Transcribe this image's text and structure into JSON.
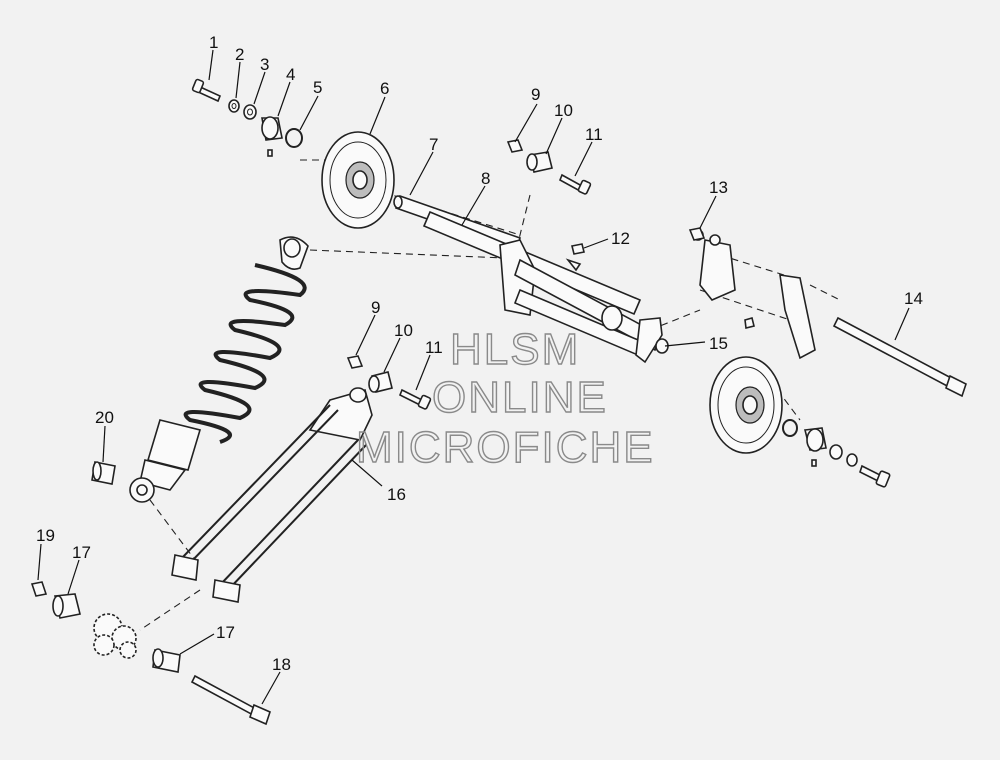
{
  "watermark": {
    "line1": "HLSM",
    "line2": "ONLINE",
    "line3": "MICROFICHE"
  },
  "callouts": [
    {
      "id": "c1",
      "text": "1"
    },
    {
      "id": "c2",
      "text": "2"
    },
    {
      "id": "c3",
      "text": "3"
    },
    {
      "id": "c4",
      "text": "4"
    },
    {
      "id": "c5",
      "text": "5"
    },
    {
      "id": "c6",
      "text": "6"
    },
    {
      "id": "c7",
      "text": "7"
    },
    {
      "id": "c8",
      "text": "8"
    },
    {
      "id": "c9a",
      "text": "9"
    },
    {
      "id": "c10a",
      "text": "10"
    },
    {
      "id": "c11a",
      "text": "11"
    },
    {
      "id": "c12",
      "text": "12"
    },
    {
      "id": "c13",
      "text": "13"
    },
    {
      "id": "c14",
      "text": "14"
    },
    {
      "id": "c15",
      "text": "15"
    },
    {
      "id": "c9b",
      "text": "9"
    },
    {
      "id": "c10b",
      "text": "10"
    },
    {
      "id": "c11b",
      "text": "11"
    },
    {
      "id": "c16",
      "text": "16"
    },
    {
      "id": "c20",
      "text": "20"
    },
    {
      "id": "c19",
      "text": "19"
    },
    {
      "id": "c17a",
      "text": "17"
    },
    {
      "id": "c17b",
      "text": "17"
    },
    {
      "id": "c18",
      "text": "18"
    }
  ]
}
